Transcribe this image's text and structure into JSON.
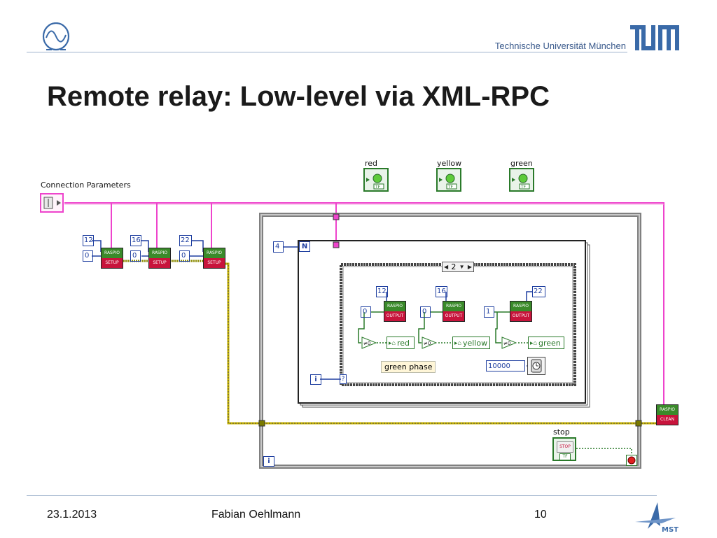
{
  "slide": {
    "title": "Remote relay: Low-level via XML-RPC",
    "university": "Technische Universität München",
    "footer_date": "23.1.2013",
    "footer_author": "Fabian Oehlmann",
    "page_number": "10",
    "mst_logo_text": "MST"
  },
  "diagram": {
    "connection_parameters_label": "Connection Parameters",
    "indicators": [
      {
        "label": "red",
        "tf": "TF"
      },
      {
        "label": "yellow",
        "tf": "TF"
      },
      {
        "label": "green",
        "tf": "TF"
      }
    ],
    "setup_blocks": [
      {
        "pin": "12",
        "value": "0",
        "top_text": "RASPIO",
        "bottom_text": "SETUP"
      },
      {
        "pin": "16",
        "value": "0",
        "top_text": "RASPIO",
        "bottom_text": "SETUP"
      },
      {
        "pin": "22",
        "value": "0",
        "top_text": "RASPIO",
        "bottom_text": "SETUP"
      }
    ],
    "for_loop_count": "4",
    "for_loop_n": "N",
    "for_loop_i": "i",
    "case_selector": "2",
    "output_blocks": [
      {
        "pin": "12",
        "value": "0",
        "top_text": "RASPIO",
        "bottom_text": "OUTPUT",
        "local": "red"
      },
      {
        "pin": "16",
        "value": "0",
        "top_text": "RASPIO",
        "bottom_text": "OUTPUT",
        "local": "yellow"
      },
      {
        "pin": "22",
        "value": "1",
        "top_text": "RASPIO",
        "bottom_text": "OUTPUT",
        "local": "green"
      }
    ],
    "phase_label": "green phase",
    "wait_ms": "10000",
    "cleanup_block": {
      "top_text": "RASPIO",
      "bottom_text": "CLEAN"
    },
    "stop_label": "stop",
    "stop_button_text": "STOP",
    "stop_tf": "TF",
    "while_loop_i": "i",
    "colors": {
      "wire_pink": "#ee44cc",
      "wire_error": "#c8b400",
      "block_red": "#c8143c",
      "block_green": "#3a8a2a",
      "numeric_blue": "#1f3fa0",
      "bool_green": "#2a7a2a"
    }
  }
}
